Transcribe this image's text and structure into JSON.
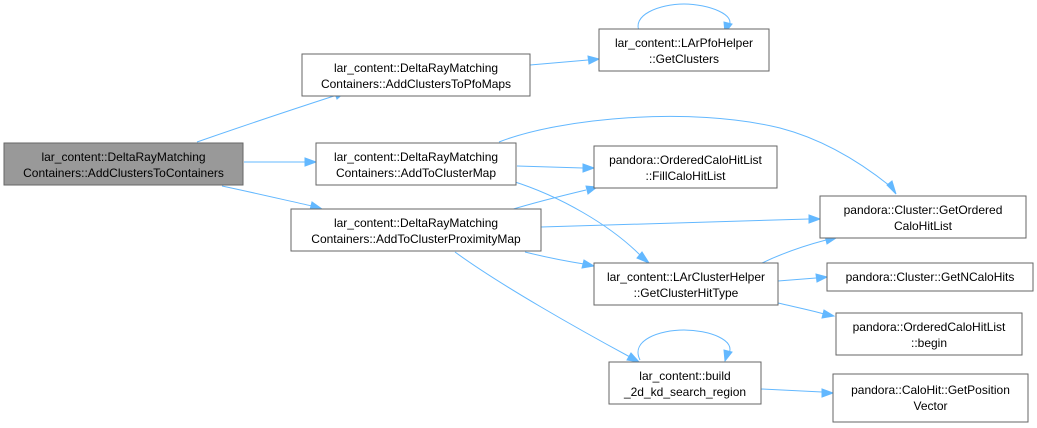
{
  "graph": {
    "edge_color": "#63b8ff",
    "node_border_color": "#666666",
    "root_fill_color": "#999999",
    "nodes": {
      "root": {
        "lines": [
          "lar_content::DeltaRayMatching",
          "Containers::AddClustersToContainers"
        ]
      },
      "addClustersToPfoMaps": {
        "lines": [
          "lar_content::DeltaRayMatching",
          "Containers::AddClustersToPfoMaps"
        ]
      },
      "larPfoGetClusters": {
        "lines": [
          "lar_content::LArPfoHelper",
          "::GetClusters"
        ]
      },
      "addToClusterMap": {
        "lines": [
          "lar_content::DeltaRayMatching",
          "Containers::AddToClusterMap"
        ]
      },
      "fillCaloHitList": {
        "lines": [
          "pandora::OrderedCaloHitList",
          "::FillCaloHitList"
        ]
      },
      "addToClusterProximityMap": {
        "lines": [
          "lar_content::DeltaRayMatching",
          "Containers::AddToClusterProximityMap"
        ]
      },
      "getOrderedCaloHitList": {
        "lines": [
          "pandora::Cluster::GetOrdered",
          "CaloHitList"
        ]
      },
      "getClusterHitType": {
        "lines": [
          "lar_content::LArClusterHelper",
          "::GetClusterHitType"
        ]
      },
      "getNCaloHits": {
        "lines": [
          "pandora::Cluster::GetNCaloHits"
        ]
      },
      "orderedBegin": {
        "lines": [
          "pandora::OrderedCaloHitList",
          "::begin"
        ]
      },
      "build2dKd": {
        "lines": [
          "lar_content::build",
          "_2d_kd_search_region"
        ]
      },
      "getPositionVector": {
        "lines": [
          "pandora::CaloHit::GetPosition",
          "Vector"
        ]
      }
    }
  }
}
